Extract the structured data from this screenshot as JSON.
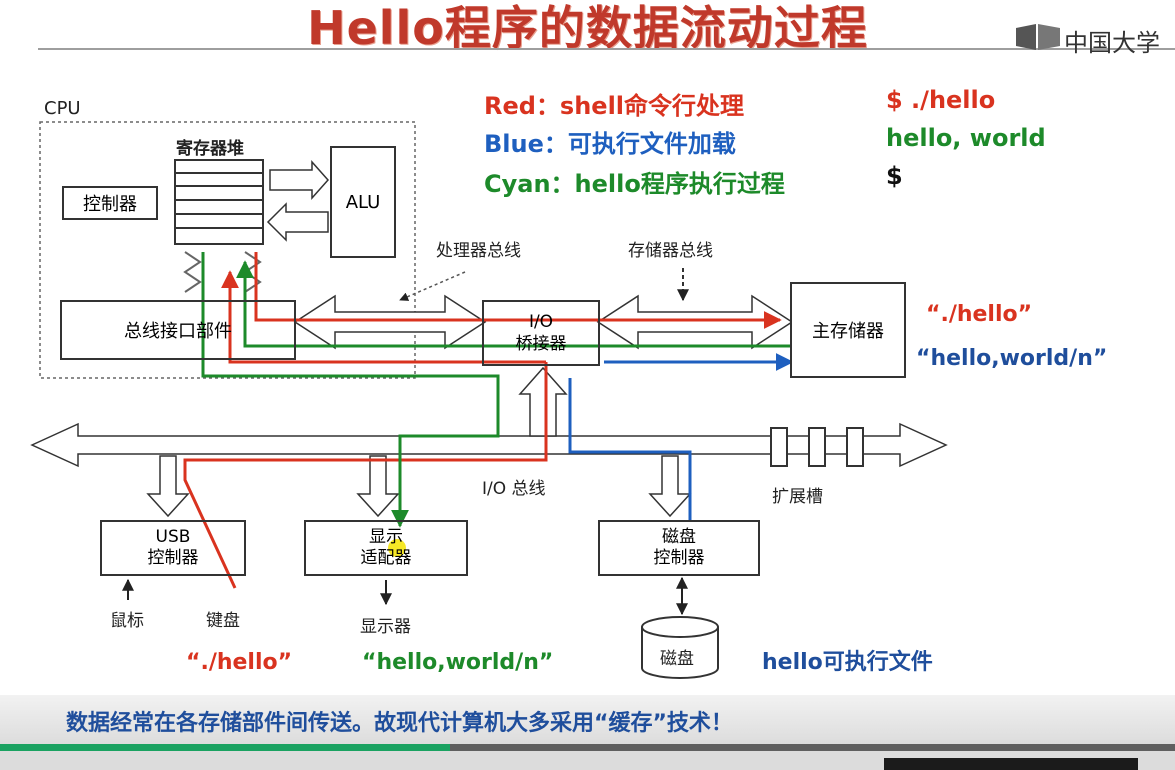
{
  "title": "Hello程序的数据流动过程",
  "watermark": "中国大学",
  "cpu": {
    "label": "CPU",
    "register_file": "寄存器堆",
    "control": "控制器",
    "alu": "ALU",
    "bus_interface": "总线接口部件"
  },
  "buses": {
    "processor_bus": "处理器总线",
    "memory_bus": "存储器总线",
    "io_bus": "I/O 总线",
    "expansion_slot": "扩展槽"
  },
  "io_bridge": "I/O\n桥接器",
  "main_memory": "主存储器",
  "legend": [
    {
      "text": "Red：shell命令行处理",
      "color": "#d9331f"
    },
    {
      "text": "Blue：可执行文件加载",
      "color": "#1e5fbf"
    },
    {
      "text": "Cyan：hello程序执行过程",
      "color": "#1d8a2a"
    }
  ],
  "terminal": [
    {
      "text": "$ ./hello",
      "color": "#d9331f"
    },
    {
      "text": "hello, world",
      "color": "#1d8a2a"
    },
    {
      "text": "$",
      "color": "#111111"
    }
  ],
  "memory_contents": [
    {
      "text": "“./hello”",
      "color": "#d9331f"
    },
    {
      "text": "“hello,world/n”",
      "color": "#1f4e9c"
    }
  ],
  "devices": {
    "usb": "USB\n控制器",
    "mouse": "鼠标",
    "keyboard": "键盘",
    "display_adapter": "显示\n适配器",
    "monitor": "显示器",
    "disk_controller": "磁盘\n控制器",
    "disk": "磁盘"
  },
  "captions": {
    "keyboard_input": {
      "text": "“./hello”",
      "color": "#d9331f"
    },
    "display_output": {
      "text": "“hello,world/n”",
      "color": "#1d8a2a"
    },
    "disk_file": {
      "text": "hello可执行文件",
      "color": "#1f4e9c"
    }
  },
  "footer": "数据经常在各存储部件间传送。故现代计算机大多采用“缓存”技术！",
  "player": {
    "progress": 0.383
  },
  "colors": {
    "red": "#d9331f",
    "blue": "#1e5fbf",
    "green": "#1d8a2a",
    "title": "#c0392b",
    "footer": "#1f4e9c"
  }
}
